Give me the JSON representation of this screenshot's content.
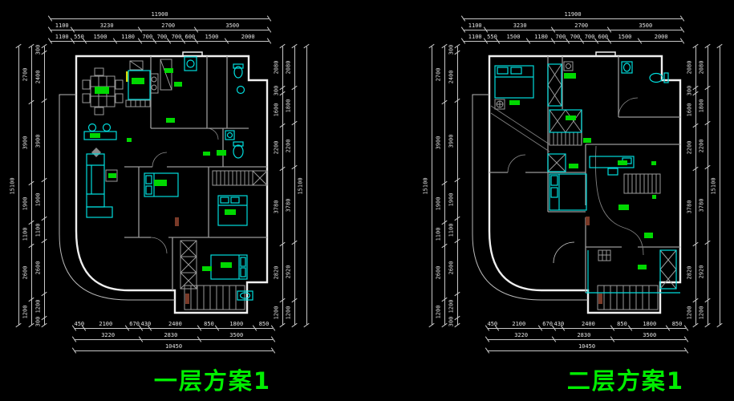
{
  "colors": {
    "background": "#000000",
    "dimension_line": "#c8c8c8",
    "dimension_text": "#e2e2e2",
    "outer_wall": "#efefef",
    "partition_wall": "#9a9a9a",
    "furniture": "#00dcdc",
    "room_label_block": "#00d800",
    "caption_green": "#00ee00",
    "door_panel_brown": "#7a3a28",
    "kitchen_accent_yellow": "#d6d600"
  },
  "plans": [
    {
      "caption": "一层方案1",
      "dims": {
        "top": {
          "total": "11900",
          "majors": [
            "1100",
            "3230",
            "2700",
            "3500"
          ],
          "minors": [
            "1100",
            "550",
            "1500",
            "1180",
            "700",
            "700",
            "700",
            "600",
            "1500",
            "2000"
          ]
        },
        "left": {
          "total": "15100",
          "outer": [
            "2700",
            "3900",
            "1900",
            "1100",
            "2600",
            "1200"
          ],
          "inner": [
            "300",
            "2400",
            "3900",
            "1900",
            "1100",
            "2600",
            "1200",
            "300"
          ]
        },
        "right": {
          "total": "15100",
          "inner": [
            "2080",
            "300",
            "1600",
            "2200",
            "3780",
            "2820",
            "1200"
          ],
          "outer": [
            "2080",
            "1800",
            "2200",
            "3780",
            "2920",
            "1200"
          ]
        },
        "bottom": {
          "minors": [
            "450",
            "2100",
            "670",
            "430",
            "2400",
            "850",
            "1800",
            "850"
          ],
          "majors": [
            "3220",
            "2830",
            "3500"
          ],
          "total": "10450"
        }
      }
    },
    {
      "caption": "二层方案1",
      "dims": {
        "top": {
          "total": "11900",
          "majors": [
            "1100",
            "3230",
            "2700",
            "3500"
          ],
          "minors": [
            "1100",
            "550",
            "1500",
            "1180",
            "700",
            "700",
            "700",
            "600",
            "1500",
            "2000"
          ]
        },
        "left": {
          "total": "15100",
          "outer": [
            "2700",
            "3900",
            "1900",
            "1100",
            "2600",
            "1200"
          ],
          "inner": [
            "300",
            "2400",
            "3900",
            "1900",
            "1100",
            "2600",
            "1200",
            "300"
          ]
        },
        "right": {
          "total": "15100",
          "inner": [
            "2080",
            "300",
            "1600",
            "2200",
            "3780",
            "2820",
            "1200"
          ],
          "outer": [
            "2080",
            "1800",
            "2200",
            "3780",
            "2920",
            "1200"
          ]
        },
        "bottom": {
          "minors": [
            "450",
            "2100",
            "670",
            "430",
            "2400",
            "850",
            "1800",
            "850"
          ],
          "majors": [
            "3220",
            "2830",
            "3500"
          ],
          "total": "10450"
        }
      }
    }
  ]
}
